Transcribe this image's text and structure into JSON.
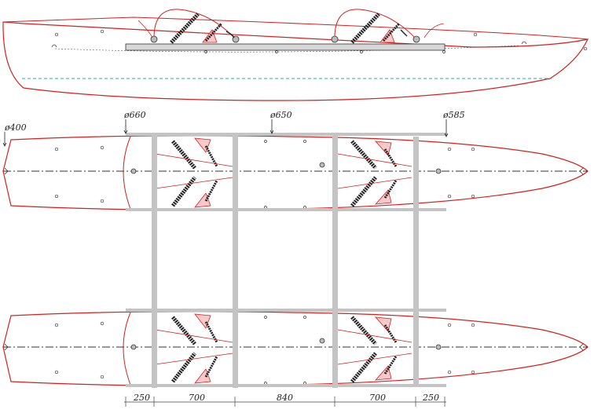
{
  "colors": {
    "hull_outline": "#d42020",
    "frame": "#c4c4c4",
    "waterline": "#2aa8b8",
    "seat_fill": "#f7c9c9",
    "dark": "#222222",
    "centerline": "#333333"
  },
  "diameter_labels": [
    "ø400",
    "ø660",
    "ø650",
    "ø585"
  ],
  "dimensions": [
    "250",
    "700",
    "840",
    "700",
    "250"
  ]
}
